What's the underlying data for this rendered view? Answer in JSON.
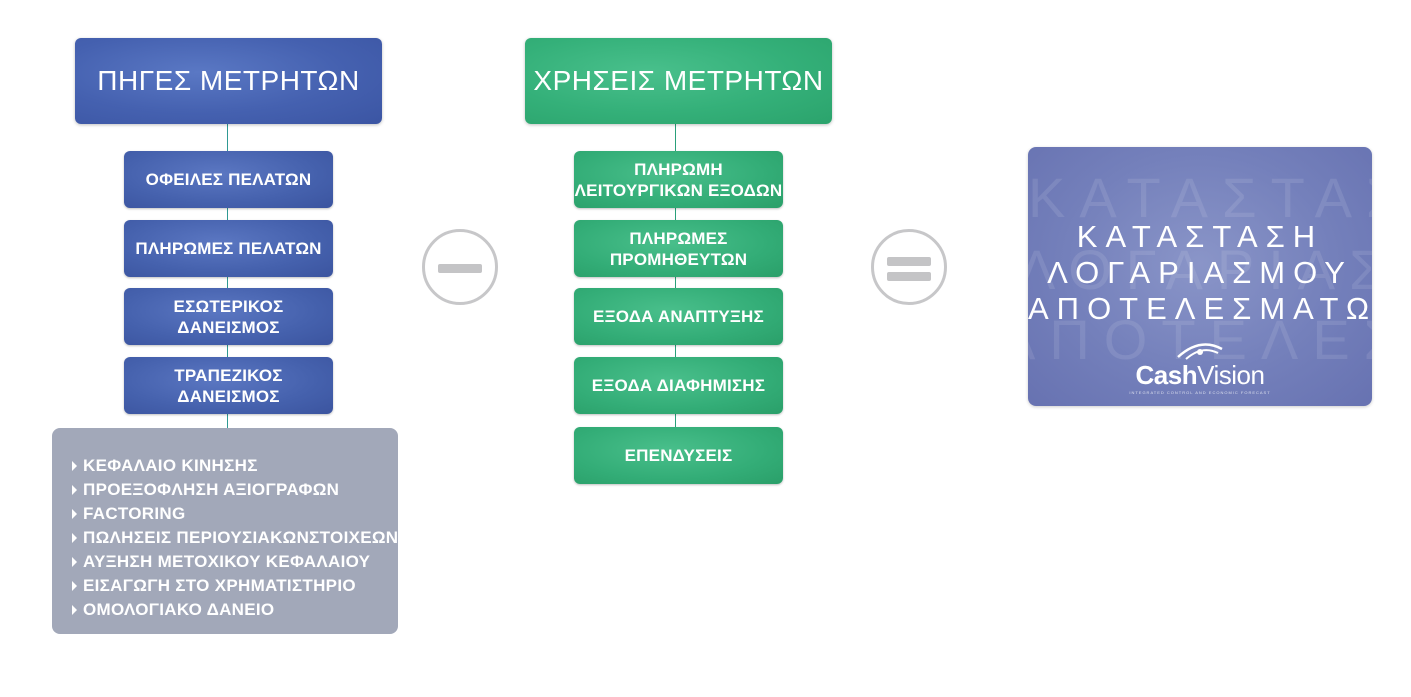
{
  "sources": {
    "title": "ΠΗΓΕΣ ΜΕΤΡΗΤΩΝ",
    "items": [
      "ΟΦΕΙΛΕΣ ΠΕΛΑΤΩΝ",
      "ΠΛΗΡΩΜΕΣ ΠΕΛΑΤΩΝ",
      "ΕΣΩΤΕΡΙΚΟΣ ΔΑΝΕΙΣΜΟΣ",
      "ΤΡΑΠΕΖΙΚΟΣ ΔΑΝΕΙΣΜΟΣ"
    ],
    "list": [
      "ΚΕΦΑΛΑΙΟ ΚΙΝΗΣΗΣ",
      "ΠΡΟΕΞΟΦΛΗΣΗ ΑΞΙΟΓΡΑΦΩΝ",
      "FACTORING",
      "ΠΩΛΗΣΕΙΣ ΠΕΡΙΟΥΣΙΑΚΩΝΣΤΟΙΧΕΩΝ",
      "ΑΥΞΗΣΗ ΜΕΤΟΧΙΚΟΥ ΚΕΦΑΛΑΙΟΥ",
      "ΕΙΣΑΓΩΓΗ ΣΤΟ ΧΡΗΜΑΤΙΣΤΗΡΙΟ",
      "ΟΜΟΛΟΓΙΑΚΟ ΔΑΝΕΙΟ"
    ]
  },
  "uses": {
    "title": "ΧΡΗΣΕΙΣ ΜΕΤΡΗΤΩΝ",
    "items": [
      [
        "ΠΛΗΡΩΜΗ",
        "ΛΕΙΤΟΥΡΓΙΚΩΝ ΕΞΟΔΩΝ"
      ],
      [
        "ΠΛΗΡΩΜΕΣ",
        "ΠΡΟΜΗΘΕΥΤΩΝ"
      ],
      [
        "ΕΞΟΔΑ ΑΝΑΠΤΥΞΗΣ"
      ],
      [
        "ΕΞΟΔΑ ΔΙΑΦΗΜΙΣΗΣ"
      ],
      [
        "ΕΠΕΝΔΥΣΕΙΣ"
      ]
    ]
  },
  "operators": {
    "minus_icon": "minus-circle-icon",
    "equals_icon": "equals-circle-icon"
  },
  "result": {
    "lines": [
      "ΚΑΤΑΣΤΑΣΗ",
      "ΛΟΓΑΡΙΑΣΜΟΥ",
      "ΑΠΟΤΕΛΕΣΜΑΤΩΝ"
    ],
    "logo_bold": "Cash",
    "logo_light": "Vision",
    "logo_tagline": "INTEGRATED CONTROL AND ECONOMIC FORECAST"
  },
  "colors": {
    "sources_blue": "#4561b0",
    "uses_green": "#34b079",
    "list_grey": "#a2a8b9",
    "result_purple": "#7480bb"
  }
}
